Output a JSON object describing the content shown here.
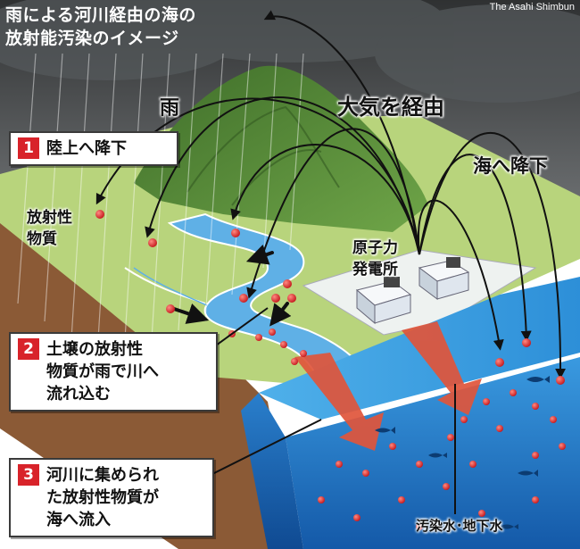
{
  "title_lines": [
    "雨による河川経由の海の",
    "放射能汚染のイメージ"
  ],
  "credit": "The Asahi Shimbun",
  "labels": {
    "rain": "雨",
    "via_air": "大気を経由",
    "fall_to_sea": "海へ降下",
    "radioactive_substance": "放射性物質",
    "power_plant": "原子力発電所",
    "contaminated_water": "汚染水･地下水"
  },
  "callouts": [
    {
      "number": "1",
      "lines": [
        "陸上へ降下"
      ]
    },
    {
      "number": "2",
      "lines": [
        "土壌の放射性",
        "物質が雨で川へ",
        "流れ込む"
      ]
    },
    {
      "number": "3",
      "lines": [
        "河川に集められ",
        "た放射性物質が",
        "海へ流入"
      ]
    }
  ],
  "colors": {
    "sky": "#3f4142",
    "land": "#b6d27a",
    "mountain": "#5a8f3a",
    "soil": "#8b5a36",
    "river": "#5fb0e6",
    "sea_surface": "#4aa9e3",
    "sea_deep": "#1f6fc0",
    "particle": "#d9262b",
    "flow_arrow": "#e05537",
    "badge": "#d8232a"
  },
  "icons": [
    "rain-streaks",
    "radioactive-particle",
    "fish-icon",
    "flow-arrow",
    "fallout-arrow"
  ]
}
